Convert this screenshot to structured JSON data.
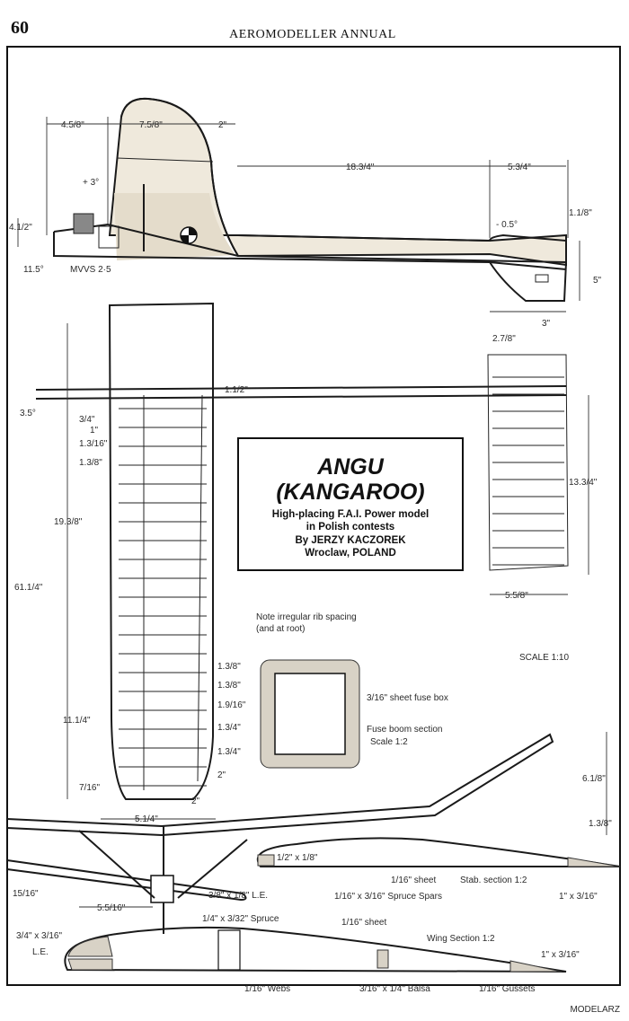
{
  "header": {
    "page_number": "60",
    "running_title": "AEROMODELLER ANNUAL"
  },
  "title_box": {
    "title_line1": "ANGU",
    "title_line2": "(KANGAROO)",
    "subtitle_line1": "High-placing F.A.I. Power model",
    "subtitle_line2": "in Polish contests",
    "author": "By JERZY KACZOREK",
    "location": "Wroclaw, POLAND"
  },
  "side_view": {
    "dims": [
      "4.5/8\"",
      "7.5/8\"",
      "2\"",
      "18.3/4\"",
      "5.3/4\"",
      "+ 3°",
      "4.1/2\"",
      "11.5°",
      "1.1/8\"",
      "- 0.5°",
      "5\"",
      "3\"",
      "2.7/8\""
    ],
    "engine": "MVVS 2·5"
  },
  "plan_view": {
    "dims": [
      "3.5°",
      "1.1/2\"",
      "3/4\"",
      "1\"",
      "1.3/16\"",
      "1.3/8\"",
      "19.3/8\"",
      "61.1/4\"",
      "11.1/4\"",
      "7/16\"",
      "5.1/4\"",
      "2\"",
      "2\"",
      "1.3/8\"",
      "1.3/8\"",
      "1.9/16\"",
      "1.3/4\"",
      "1.3/4\"",
      "13.3/4\"",
      "5.5/8\""
    ],
    "rib_note_line1": "Note irregular rib spacing",
    "rib_note_line2": "(and at root)",
    "scale": "SCALE  1:10"
  },
  "fuse_section": {
    "sheet_label": "3/16\" sheet fuse box",
    "caption_line1": "Fuse boom section",
    "caption_line2": "Scale 1:2"
  },
  "front_view": {
    "dims": [
      "6.1/8\"",
      "1.3/8\"",
      "15/16\"",
      "5.5/16\""
    ]
  },
  "stab_section": {
    "labels": [
      "1/2\" x 1/8\"",
      "3/8\" x 1/8\" L.E.",
      "1/16\" sheet",
      "Stab. section 1:2",
      "1/16\" x 3/16\" Spruce Spars",
      "1\" x 3/16\""
    ]
  },
  "wing_section": {
    "labels": [
      "1/4\" x 3/32\" Spruce",
      "1/16\" sheet",
      "3/4\" x 3/16\"",
      "L.E.",
      "Wing Section 1:2",
      "1\" x 3/16\"",
      "1/16\" Webs",
      "3/16\" x 1/4\" Balsa",
      "1/16\" Gussets"
    ]
  },
  "credit": "MODELARZ"
}
